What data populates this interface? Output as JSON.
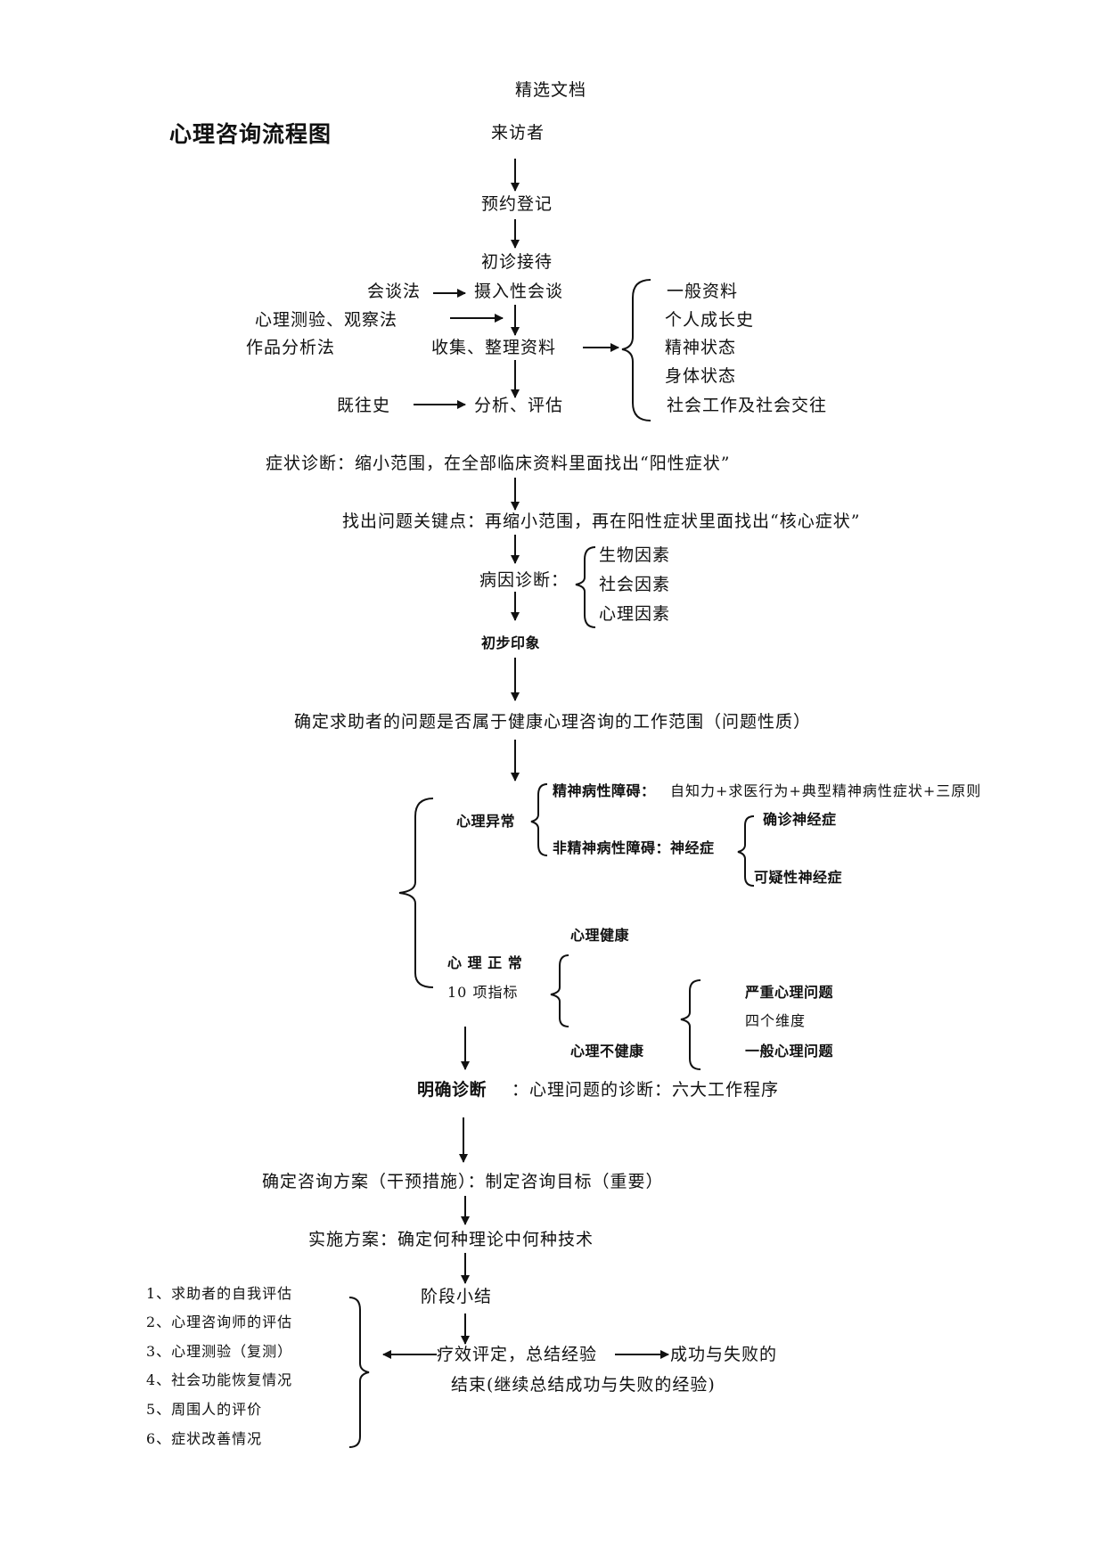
{
  "header": "精选文档",
  "title": "心理咨询流程图",
  "nodes": {
    "visitor": "来访者",
    "appointment": "预约登记",
    "initial_reception": "初诊接待",
    "intake_interview": "摄入性会谈",
    "collect_data": "收集、整理资料",
    "analysis": "分析、评估",
    "symptom_diagnosis": "症状诊断：缩小范围，在全部临床资料里面找出“阳性症状”",
    "key_point": "找出问题关键点：再缩小范围，再在阳性症状里面找出“核心症状”",
    "etiology": "病因诊断：",
    "preliminary": "初步印象",
    "scope": "确定求助者的问题是否属于健康心理咨询的工作范围（问题性质）",
    "clear_diagnosis": "明确诊断",
    "clear_diagnosis_detail": "：心理问题的诊断：六大工作程序",
    "plan": "确定咨询方案（干预措施）：制定咨询目标（重要）",
    "implement": "实施方案：确定何种理论中何种技术",
    "stage_summary": "阶段小结",
    "evaluation": "疗效评定，总结经验",
    "success_failure": "成功与失败的",
    "end": "结束(继续总结成功与失败的经验)"
  },
  "methods": {
    "interview": "会谈法",
    "test_observe": "心理测验、观察法",
    "work_analysis": "作品分析法",
    "history": "既往史"
  },
  "data_items": [
    "一般资料",
    "个人成长史",
    "精神状态",
    "身体状态",
    "社会工作及社会交往"
  ],
  "etiology_factors": [
    "生物因素",
    "社会因素",
    "心理因素"
  ],
  "abnormal": {
    "label": "心理异常",
    "psychotic": "精神病性障碍：",
    "psychotic_detail": "自知力+求医行为+典型精神病性症状+三原则",
    "nonpsychotic": "非精神病性障碍：神经症",
    "confirmed": "确诊神经症",
    "suspected": "可疑性神经症"
  },
  "normal": {
    "label": "心 理 正 常",
    "indicators": "10 项指标",
    "healthy": "心理健康",
    "unhealthy": "心理不健康",
    "serious": "严重心理问题",
    "dimensions": "四个维度",
    "general": "一般心理问题"
  },
  "evaluation_items": [
    "1、求助者的自我评估",
    "2、心理咨询师的评估",
    "3、心理测验（复测）",
    "4、社会功能恢复情况",
    "5、周围人的评价",
    "6、症状改善情况"
  ]
}
